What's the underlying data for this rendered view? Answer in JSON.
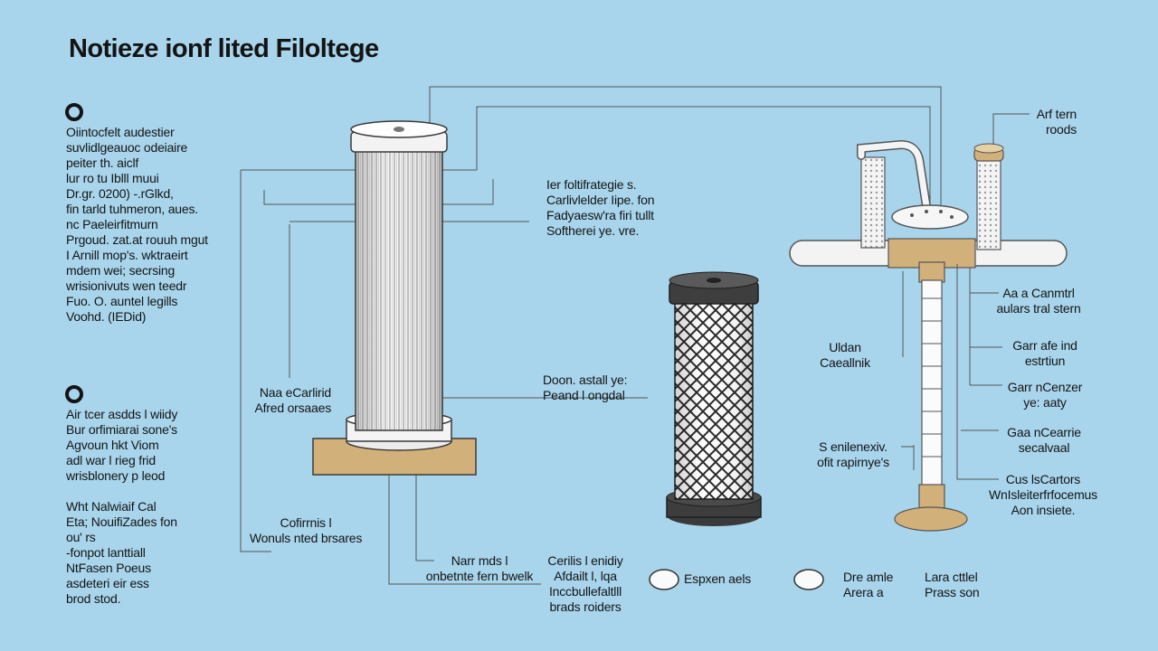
{
  "title": "Notieze ionf lited Filoltege",
  "left_sections": [
    {
      "lines": [
        "Oiintocfelt audestier",
        "suvlidlgeauoc odeiaire",
        "peiter th. aiclf",
        "lur ro tu Iblll muui",
        "Dr.gr. 0200) -.rGlkd,",
        "fin tarld tuhmeron, aues.",
        "nc Paeleirfitmurn",
        "Prgoud. zat.at rouuh mgut",
        "I Arnill mop's. wktraeirt",
        "mdem wei; secrsing",
        "wrisionivuts wen teedr",
        "Fuo. O. auntel legills",
        "Voohd. (IEDid)"
      ]
    },
    {
      "lines": [
        "Air tcer asdds l wiidy",
        "Bur orfimiarai sone's",
        "Agvoun hkt Viom",
        "adl war l rieg frid",
        "wrisblonery p leod",
        "",
        "Wht Nalwiaif Cal",
        "Eta; NouifiZades fon",
        "ou' rs",
        "-fonpot lanttiall",
        "NtFasen Poeus",
        "asdeteri eir ess",
        "brod stod."
      ]
    }
  ],
  "labels": {
    "center_note": [
      "Ier foltifrategie s.",
      "Carlivlelder Iipe. fon",
      "Fadyaesw'ra firi tullt",
      "Softherei ye. vre."
    ],
    "pleated_side": [
      "Naa eCarlirid",
      "Afred orsaaes"
    ],
    "pleated_base": [
      "Cofirrnis l",
      "Wonuls nted brsares"
    ],
    "bottom_mid": [
      "Narr mds l",
      "onbetnte fern bwelk"
    ],
    "bottom_center": [
      "Cerilis l enidiy",
      "Afdailt l, lqa",
      "Inccbullefaltlll",
      "brads roiders"
    ],
    "mesh_side": [
      "Doon. astall ye:",
      "Peand l ongdal"
    ],
    "legend_1": "Espxen aels",
    "legend_2": [
      "Dre amle",
      "Arera a"
    ],
    "legend_3": [
      "Lara cttlel",
      "Prass son"
    ],
    "top_right": [
      "Arf tern",
      "roods"
    ],
    "callout_r1": [
      "Aa a Canmtrl",
      "aulars tral stern"
    ],
    "callout_r2": [
      "Garr afe ind",
      "estrtiun"
    ],
    "callout_r3": [
      "Garr nCenzer",
      "ye: aaty"
    ],
    "callout_r4": [
      "Gaa nCearrie",
      "secalvaal"
    ],
    "callout_r5": [
      "Cus lsCartors",
      "WnIsleiterfrfocemus",
      "Aon insiete."
    ],
    "callout_mid_1": [
      "Uldan",
      "Caeallnik"
    ],
    "callout_mid_2": [
      "S enilenexiv.",
      "ofit rapirnye's"
    ]
  }
}
